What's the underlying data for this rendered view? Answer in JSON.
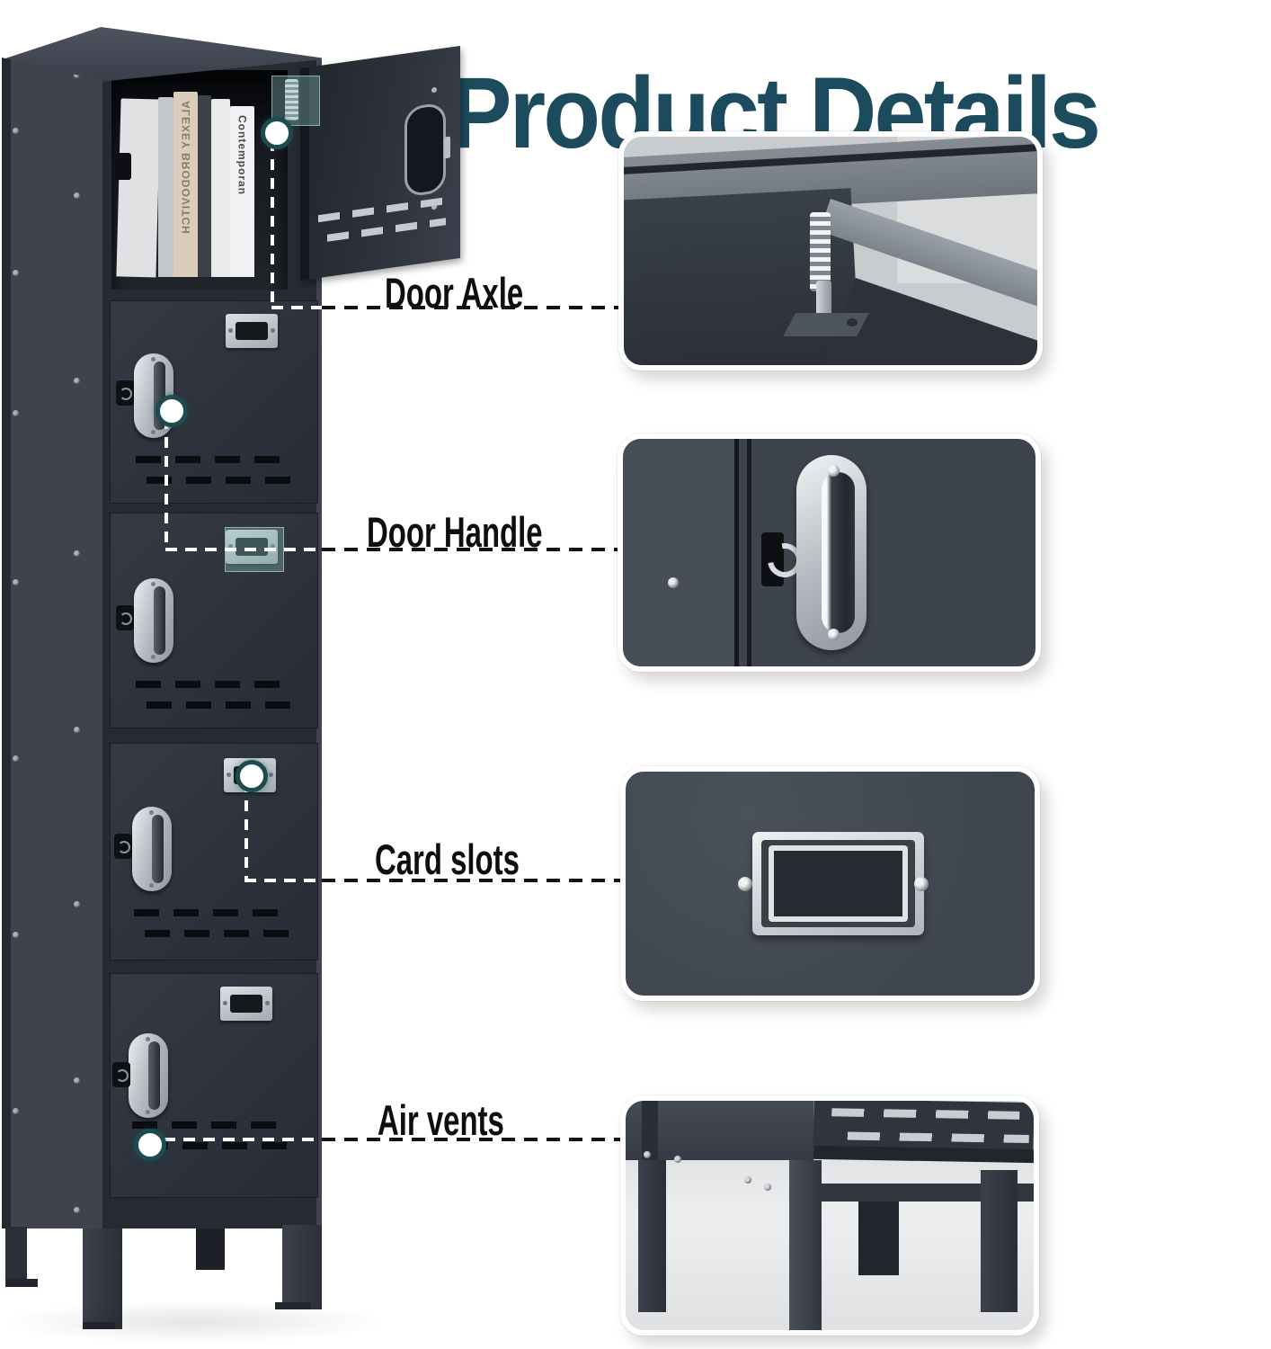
{
  "title": "Product Details",
  "callouts": [
    {
      "id": "door-axle",
      "label": "Door Axle"
    },
    {
      "id": "door-handle",
      "label": "Door Handle"
    },
    {
      "id": "card-slots",
      "label": "Card slots"
    },
    {
      "id": "air-vents",
      "label": "Air vents"
    }
  ],
  "locker": {
    "compartments": 5,
    "books": {
      "spines": [
        "ALEXEY BRODOVITCH",
        "Contemporan"
      ]
    }
  },
  "colors": {
    "title_teal": "#1b4b5c",
    "label_black": "#0e0e0e",
    "locker_front": "#30343e",
    "locker_side": "#3e434e",
    "chrome": "#c9cdd3",
    "highlight_teal": "#7fb4ae",
    "detail_panel_gray": "#454b55"
  }
}
